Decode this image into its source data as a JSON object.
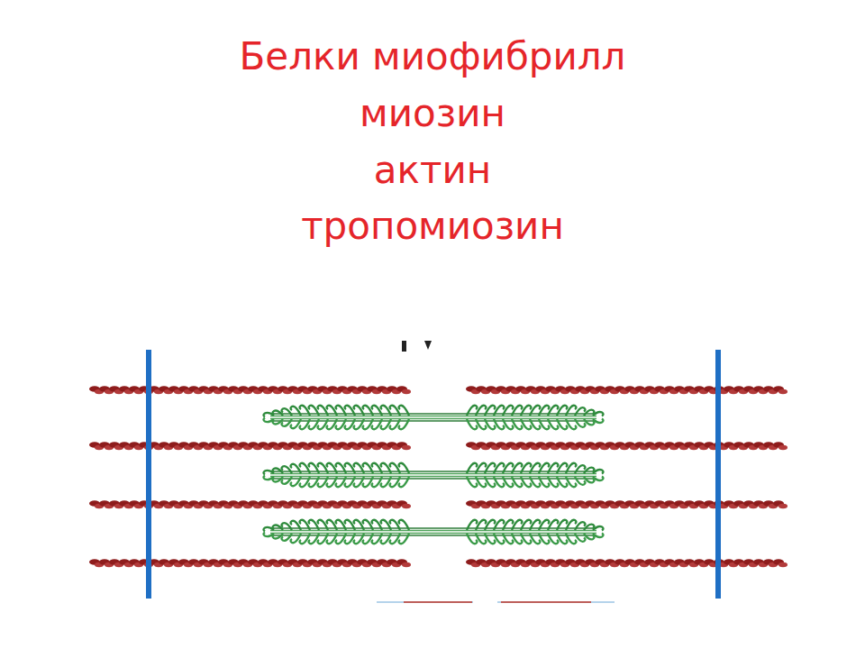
{
  "diagram": {
    "title": "Белки миофибрилл",
    "labels": [
      "миозин",
      "актин",
      "тропомиозин"
    ]
  }
}
